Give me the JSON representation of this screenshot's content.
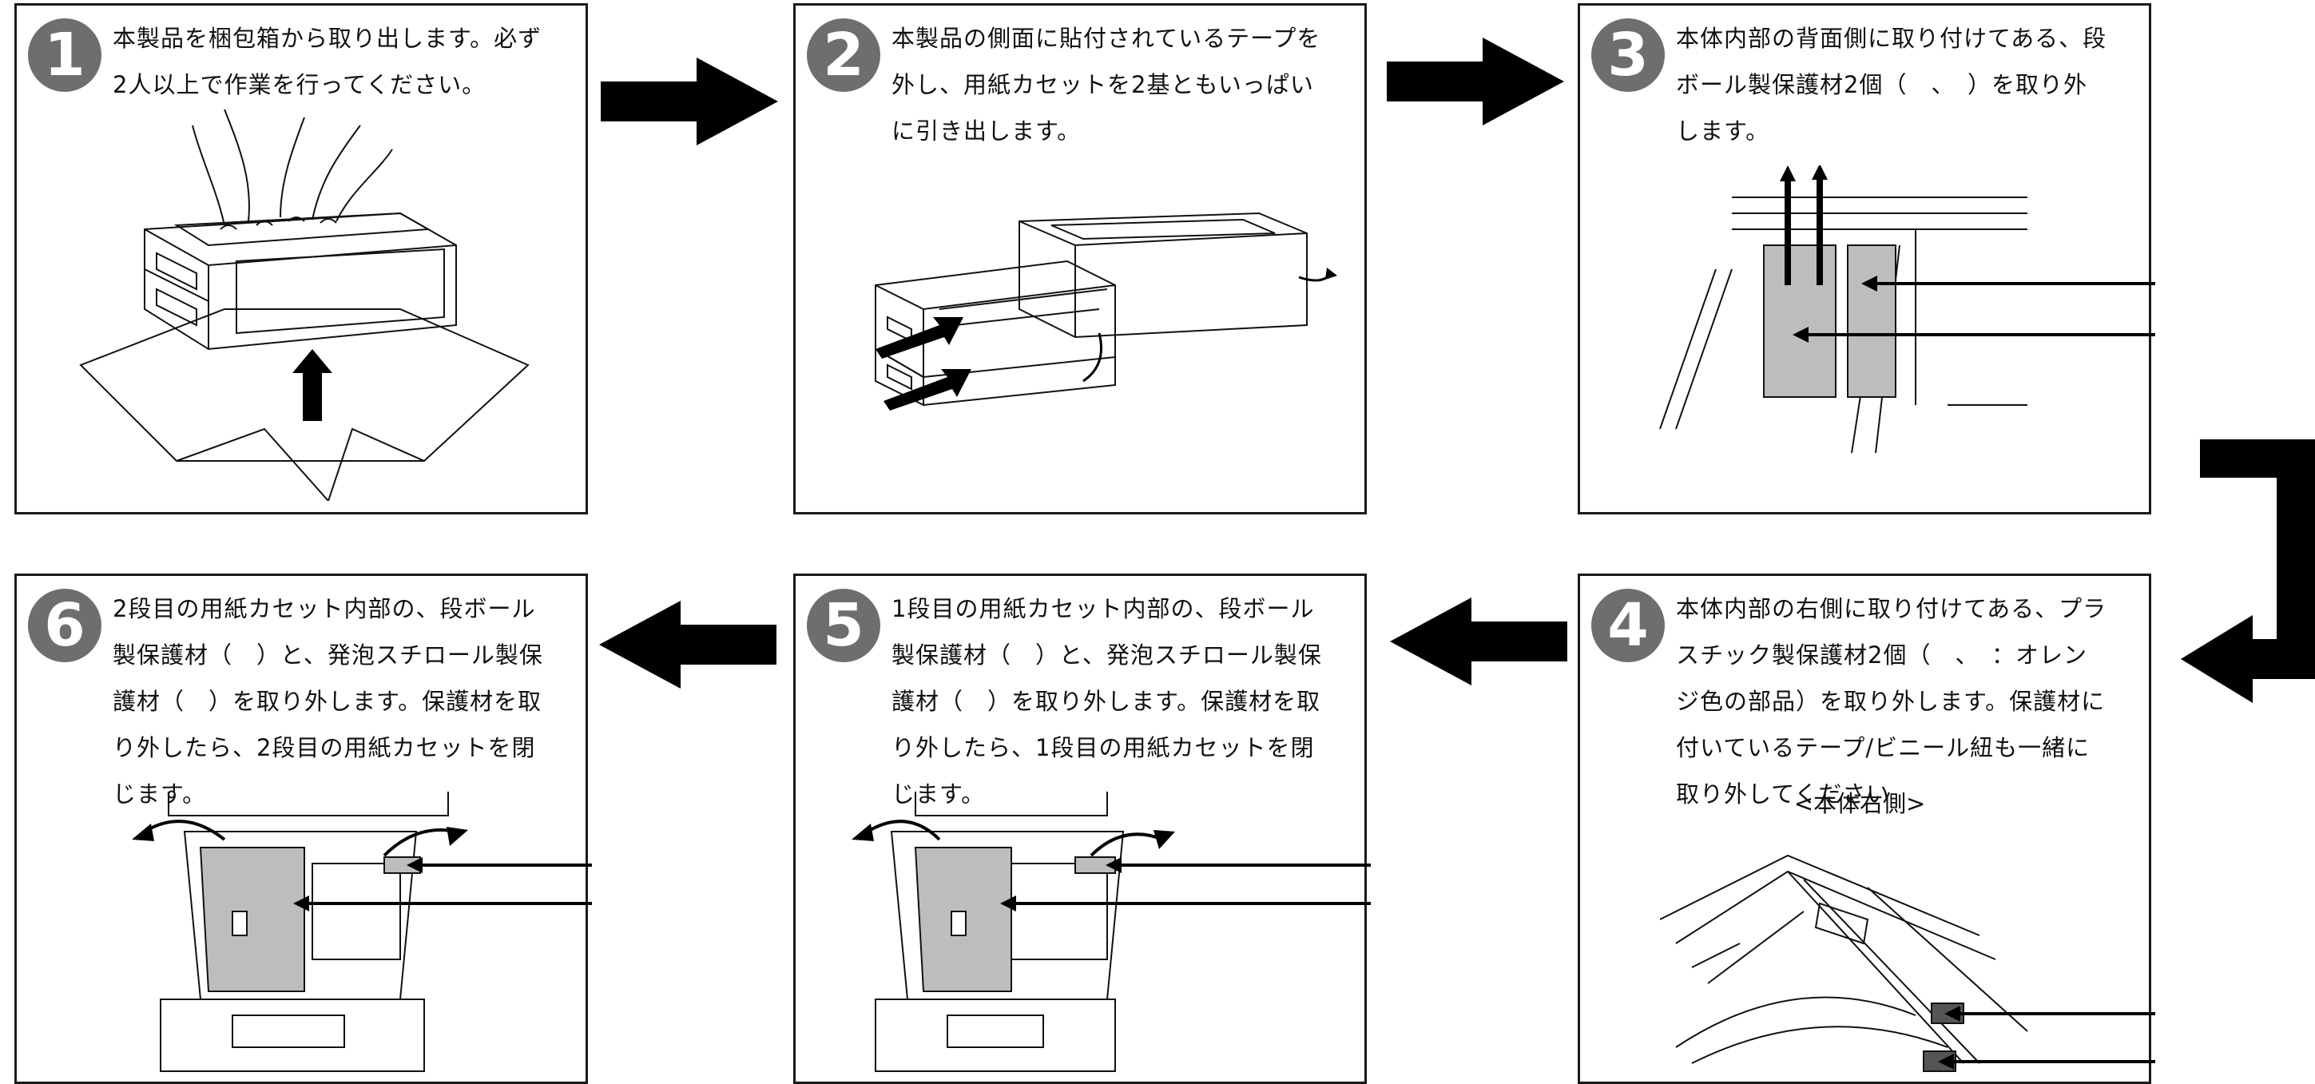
{
  "steps": [
    {
      "num": "1",
      "text": "本製品を梱包箱から取り出します。必ず\n2人以上で作業を行ってください。"
    },
    {
      "num": "2",
      "text": "本製品の側面に貼付されているテープを\n外し、用紙カセットを2基ともいっぱい\nに引き出します。"
    },
    {
      "num": "3",
      "text": "本体内部の背面側に取り付けてある、段\nボール製保護材2個（　、　）を取り外\nします。"
    },
    {
      "num": "4",
      "text": "本体内部の右側に取り付けてある、プラ\nスチック製保護材2個（　、　：オレン\nジ色の部品）を取り外します。保護材に\n付いているテープ/ビニール紐も一緒に\n取り外してください",
      "subtitle": "<本体右側>"
    },
    {
      "num": "5",
      "text": "1段目の用紙カセット内部の、段ボール\n製保護材（　）と、発泡スチロール製保\n護材（　）を取り外します。保護材を取\nり外したら、1段目の用紙カセットを閉\nじます。"
    },
    {
      "num": "6",
      "text": "2段目の用紙カセット内部の、段ボール\n製保護材（　）と、発泡スチロール製保\n護材（　）を取り外します。保護材を取\nり外したら、2段目の用紙カセットを閉\nじます。"
    }
  ],
  "colors": {
    "border": "#1a1a1a",
    "badge": "#6e6e6e",
    "shade": "#bdbdbd",
    "arrow": "#000000"
  }
}
